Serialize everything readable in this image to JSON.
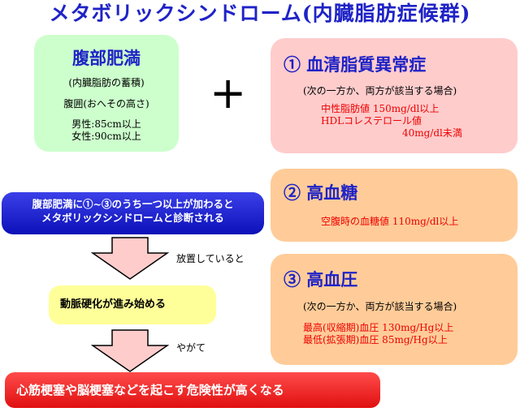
{
  "title": "メタボリックシンドローム(内臓脂肪症候群)",
  "abdominal": {
    "heading": "腹部肥満",
    "line1": "(内臓脂肪の蓄積)",
    "line2": "腹囲(おへその高さ)",
    "male": "男性:85cm以上",
    "female": "女性:90cm以上"
  },
  "plus_sign": "+",
  "criteria": [
    {
      "heading": "① 血清脂質異常症",
      "condition": "(次の一方か、両方が該当する場合)",
      "values": [
        "中性脂肪値 150mg/dl以上",
        "HDLコレステロール値",
        "40mg/dl未満"
      ]
    },
    {
      "heading": "② 高血糖",
      "values": [
        "空腹時の血糖値 110mg/dl以上"
      ]
    },
    {
      "heading": "③ 高血圧",
      "condition": "(次の一方か、両方が該当する場合)",
      "values": [
        "最高(収縮期)血圧 130mg/Hg以上",
        "最低(拡張期)血圧 85mg/Hg以上"
      ]
    }
  ],
  "flow": {
    "diagnosis_line1": "腹部肥満に①~③のうち一つ以上が加わると",
    "diagnosis_line2": "メタボリックシンドロームと診断される",
    "arrow1_label": "放置していると",
    "stage2": "動脈硬化が進み始める",
    "arrow2_label": "やがて",
    "stage3": "心筋梗塞や脳梗塞などを起こす危険性が高くなる"
  },
  "colors": {
    "heading_blue": "#1f23c6",
    "green_box": "#ccffcc",
    "pink_box": "#ffcccc",
    "orange_box": "#ffcc99",
    "value_red": "#ee0000",
    "arrow_fill": "#ffcccc",
    "yellow_box": "#ffff99"
  }
}
